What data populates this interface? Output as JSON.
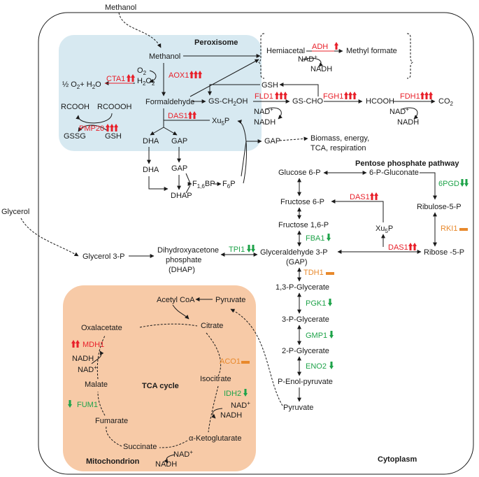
{
  "colors": {
    "peroxisome": "#d7e9f1",
    "mitochondrion": "#f7caa7",
    "up": "#e8202a",
    "down": "#1fa34a",
    "neutral": "#e8892c"
  },
  "labels": {
    "methanol_top": "Methanol",
    "glycerol_left": "Glycerol",
    "peroxisome": "Peroxisome",
    "cytoplasm": "Cytoplasm",
    "mitochondrion": "Mitochondrion",
    "ppp": "Pentose phosphate pathway",
    "tca": "TCA cycle",
    "hemiacetal": "Hemiacetal",
    "methyl_formate": "Methyl formate"
  },
  "metabolites": {
    "methanol": "Methanol",
    "o2": "O",
    "h2o2": "H",
    "half_o2": "½ O",
    "h2o": "+ H",
    "formaldehyde": "Formaldehyde",
    "gs_ch2oh": "GS-CH",
    "gsh_top": "GSH",
    "gs_cho": "GS-CHO",
    "hcooh": "HCOOH",
    "co2": "CO",
    "rcooh": "RCOOH",
    "rcoooh": "RCOOOH",
    "gssg": "GSSG",
    "gsh_perox": "GSH",
    "dha1": "DHA",
    "gap1": "GAP",
    "xu5p": "Xu",
    "dha2": "DHA",
    "gap2": "GAP",
    "dhap": "DHAP",
    "f16bp": "F",
    "f6p": "F",
    "gap_out": "GAP",
    "biomass1": "Biomass, energy,",
    "biomass2": "TCA, respiration",
    "glucose6p": "Glucose 6-P",
    "gluconate6p": "6-P-Gluconate",
    "ribulose5p": "Ribulose-5-P",
    "fructose6p": "Fructose 6-P",
    "fructose16p": "Fructose 1,6-P",
    "xu5p_ppp": "Xu",
    "glycerol3p": "Glycerol 3-P",
    "dhap_full1": "Dihydroxyacetone",
    "dhap_full2": "phosphate",
    "dhap_full3": "(DHAP)",
    "gap_full1": "Glyceraldehyde 3-P",
    "gap_full2": "(GAP)",
    "ribose5p": "Ribose -5-P",
    "bpg13": "1,3-P-Glycerate",
    "pg3": "3-P-Glycerate",
    "pg2": "2-P-Glycerate",
    "pep": "P-Enol-pyruvate",
    "pyruvate_cyt": "Pyruvate",
    "acetylcoa": "Acetyl CoA",
    "pyruvate_mito": "Pyruvate",
    "oxalacetate": "Oxalacetate",
    "citrate": "Citrate",
    "malate": "Malate",
    "isocitrate": "Isocitrate",
    "fumarate": "Fumarate",
    "succinate": "Succinate",
    "akg": "α-Ketoglutarate"
  },
  "cofactors": {
    "nad_plus": "NAD",
    "nadh": "NADH",
    "plus": "+",
    "sub2": "2",
    "sub5": "5",
    "sub6": "6",
    "sub16": "1,6"
  },
  "enzymes": {
    "adh": {
      "name": "ADH",
      "change": "up",
      "level": 1
    },
    "cta1": {
      "name": "CTA1",
      "change": "up",
      "level": 2
    },
    "aox1": {
      "name": "AOX1",
      "change": "up",
      "level": 3
    },
    "fld1": {
      "name": "FLD1",
      "change": "up",
      "level": 3
    },
    "fgh1": {
      "name": "FGH1",
      "change": "up",
      "level": 3
    },
    "fdh1": {
      "name": "FDH1",
      "change": "up",
      "level": 3
    },
    "pmp20": {
      "name": "PMP20",
      "change": "up",
      "level": 3
    },
    "das1a": {
      "name": "DAS1",
      "change": "up",
      "level": 2
    },
    "das1b": {
      "name": "DAS1",
      "change": "up",
      "level": 2
    },
    "das1c": {
      "name": "DAS1",
      "change": "up",
      "level": 2
    },
    "tpi1": {
      "name": "TPI1",
      "change": "down",
      "level": 2
    },
    "fba1": {
      "name": "FBA1",
      "change": "down",
      "level": 1
    },
    "tdh1": {
      "name": "TDH1",
      "change": "none",
      "level": 0
    },
    "pgk1": {
      "name": "PGK1",
      "change": "down",
      "level": 1
    },
    "gmp1": {
      "name": "GMP1",
      "change": "down",
      "level": 1
    },
    "eno2": {
      "name": "ENO2",
      "change": "down",
      "level": 1
    },
    "pgd6": {
      "name": "6PGD",
      "change": "down",
      "level": 2
    },
    "rki1": {
      "name": "RKI1",
      "change": "none",
      "level": 0
    },
    "mdh1": {
      "name": "MDH1",
      "change": "up",
      "level": 2
    },
    "aco1": {
      "name": "ACO1",
      "change": "none",
      "level": 0
    },
    "idh2": {
      "name": "IDH2",
      "change": "down",
      "level": 1
    },
    "fum1": {
      "name": "FUM1",
      "change": "down",
      "level": 1
    }
  }
}
